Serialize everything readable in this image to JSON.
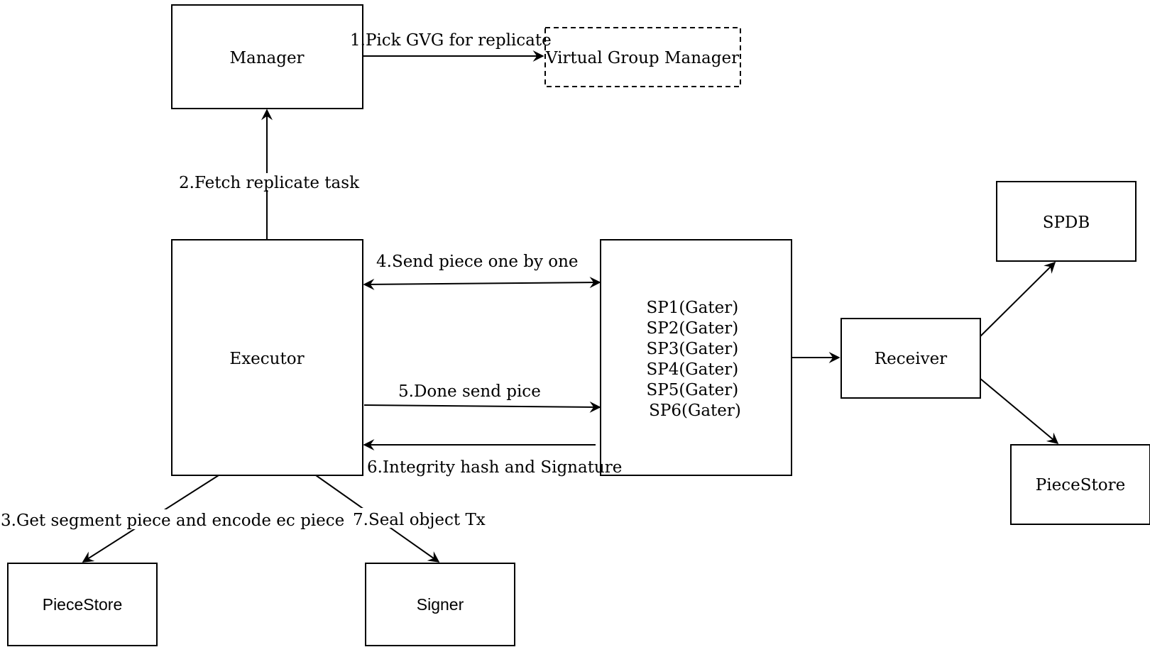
{
  "nodes": {
    "manager": "Manager",
    "virtual_group_manager": "Virtual Group Manager",
    "executor": "Executor",
    "gater_lines": [
      "SP1(Gater)",
      "SP2(Gater)",
      "SP3(Gater)",
      "SP4(Gater)",
      "SP5(Gater)",
      "SP6(Gater)"
    ],
    "receiver": "Receiver",
    "spdb": "SPDB",
    "piecestore_right": "PieceStore",
    "piecestore_left": "PieceStore",
    "signer": "Signer"
  },
  "edges": {
    "pick_gvg": "1.Pick GVG for replicate",
    "fetch_task": "2.Fetch replicate task",
    "get_segment": "3.Get segment piece and encode ec piece",
    "send_piece": "4.Send piece one by one",
    "done_send": "5.Done send pice",
    "integrity": "6.Integrity hash and Signature",
    "seal_object": "7.Seal object Tx"
  }
}
